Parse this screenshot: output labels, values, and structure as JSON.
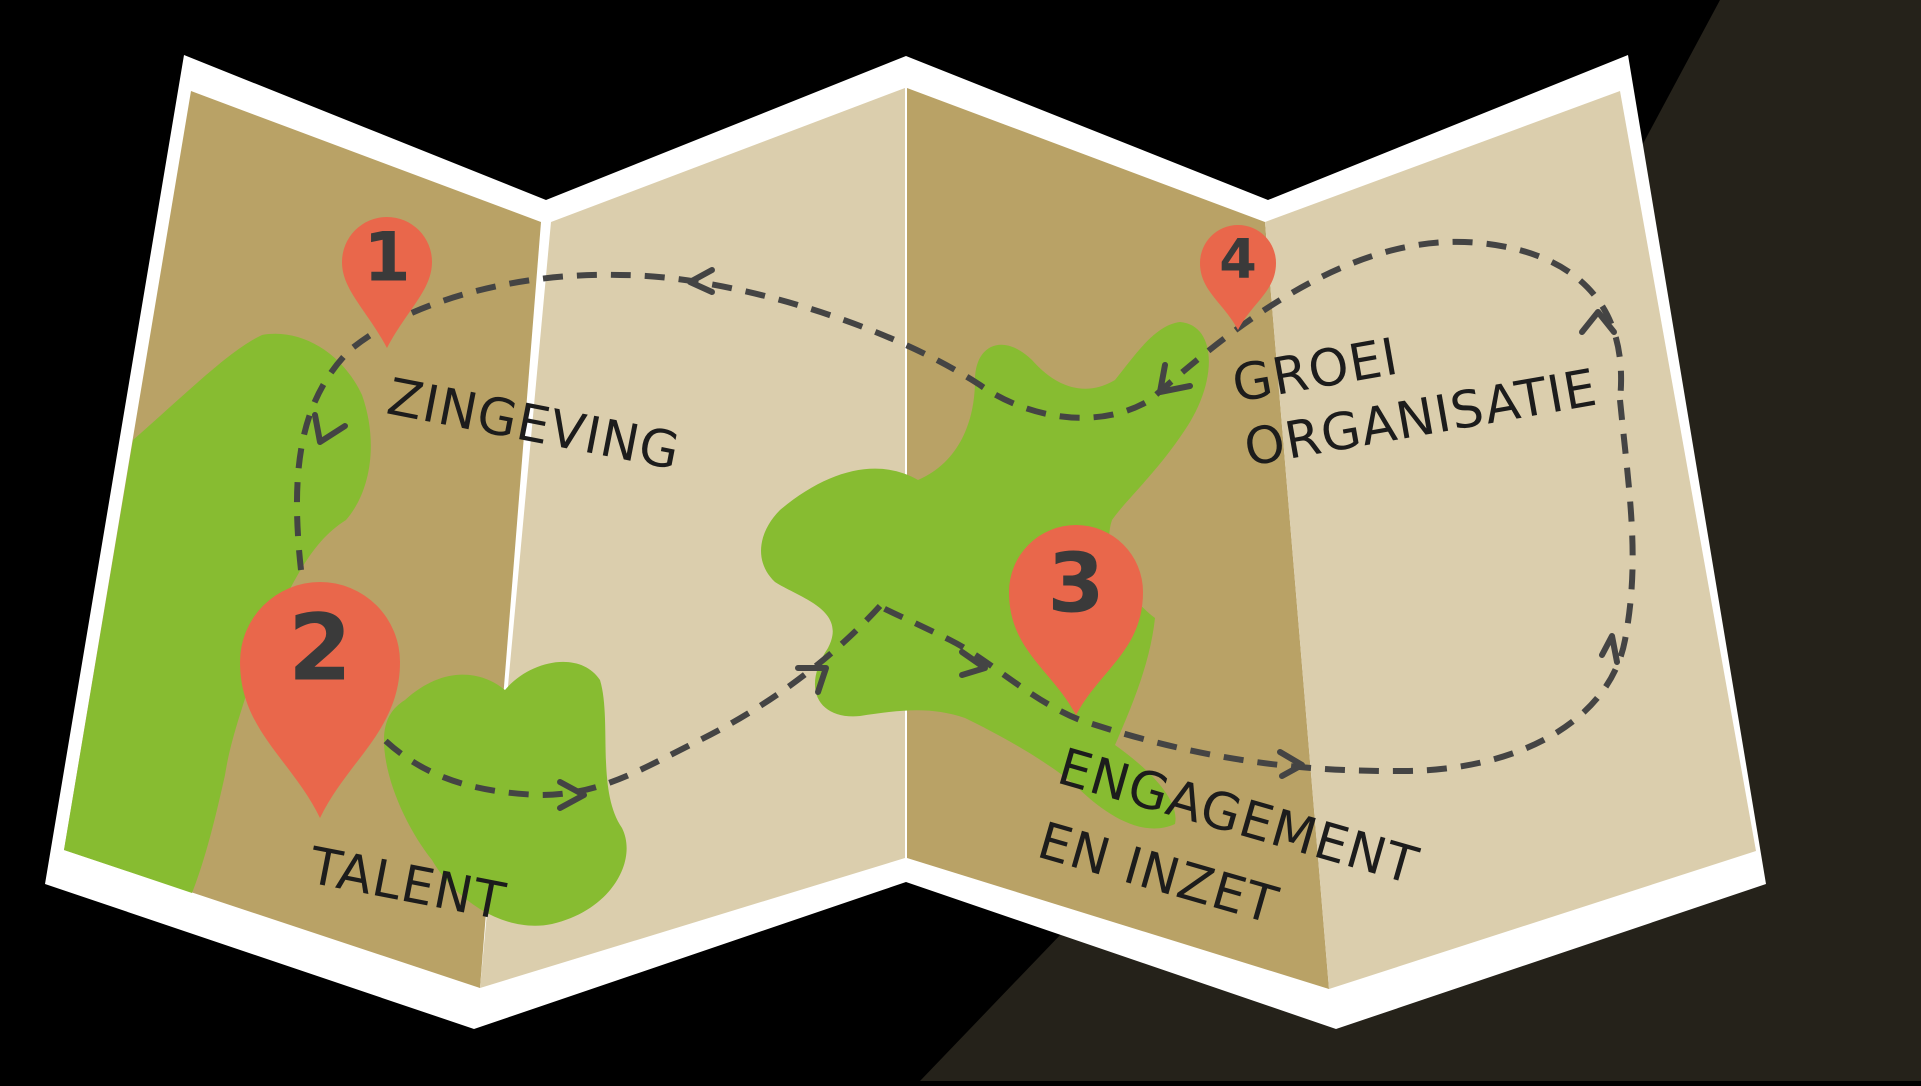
{
  "colors": {
    "background": "#000000",
    "shadow": "#25221a",
    "map_border": "#ffffff",
    "panel_dark": "#b9a266",
    "panel_light": "#dbcead",
    "land": "#87bc31",
    "pin": "#e9674b",
    "pin_number": "#3a3a3a",
    "route": "#444444",
    "label": "#1c1c1c"
  },
  "map": {
    "panels": [
      "dark",
      "light",
      "dark",
      "light"
    ],
    "route_style": "dashed",
    "pins": [
      {
        "number": "1",
        "label": "ZINGEVING"
      },
      {
        "number": "2",
        "label": "TALENT"
      },
      {
        "number": "3",
        "label_lines": [
          "ENGAGEMENT",
          "EN INZET"
        ]
      },
      {
        "number": "4",
        "label_lines": [
          "GROEI",
          "ORGANISATIE"
        ]
      }
    ]
  }
}
